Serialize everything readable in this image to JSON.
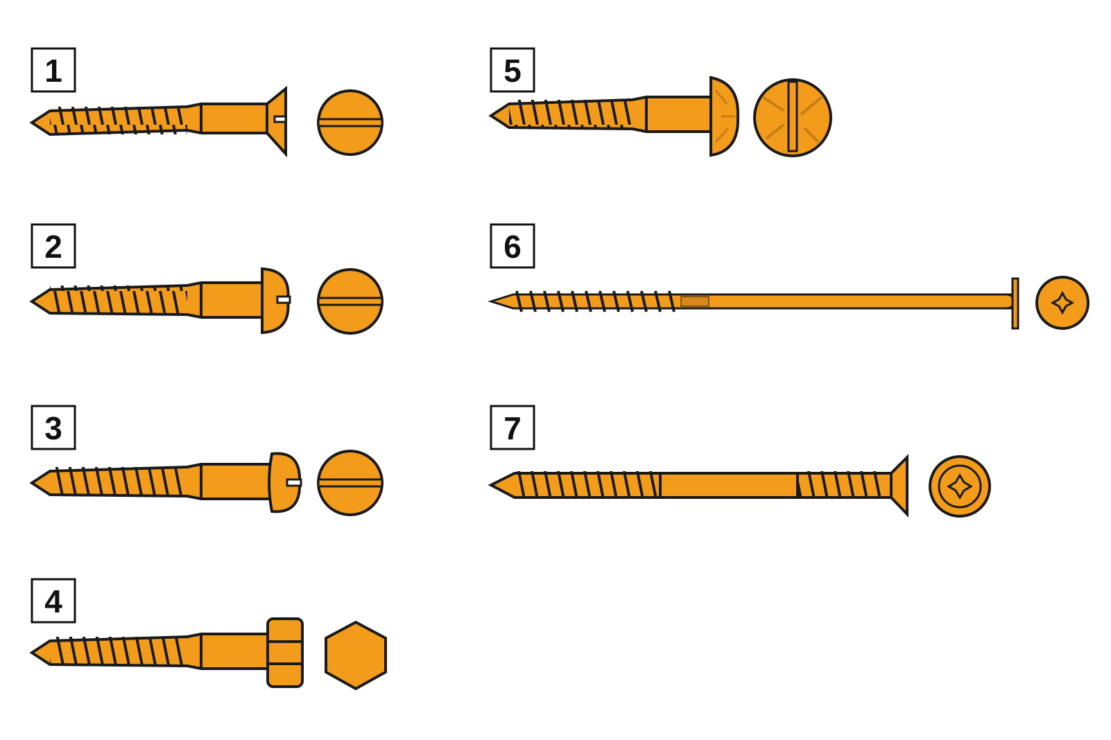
{
  "colors": {
    "screw_fill": "#F39C1B",
    "outline": "#1a1a1a",
    "background": "#ffffff"
  },
  "screws": [
    {
      "number": "1",
      "head": "countersunk",
      "drive": "slotted-icon"
    },
    {
      "number": "2",
      "head": "round",
      "drive": "slotted-icon"
    },
    {
      "number": "3",
      "head": "raised-round",
      "drive": "slotted-icon"
    },
    {
      "number": "4",
      "head": "hex",
      "drive": "hexagon-icon"
    },
    {
      "number": "5",
      "head": "mushroom",
      "drive": "slotted-icon"
    },
    {
      "number": "6",
      "head": "washer",
      "drive": "torx-icon"
    },
    {
      "number": "7",
      "head": "countersunk",
      "drive": "torx-icon"
    }
  ]
}
